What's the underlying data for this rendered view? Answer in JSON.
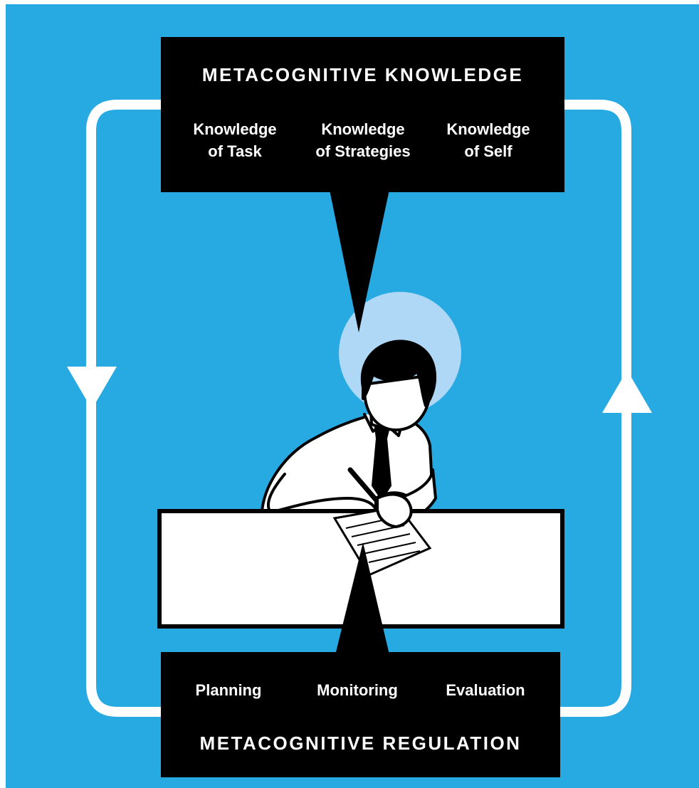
{
  "knowledge": {
    "title": "METACOGNITIVE KNOWLEDGE",
    "items": [
      "Knowledge\nof Task",
      "Knowledge\nof Strategies",
      "Knowledge\nof Self"
    ]
  },
  "regulation": {
    "title": "METACOGNITIVE REGULATION",
    "items": [
      "Planning",
      "Monitoring",
      "Evaluation"
    ]
  },
  "colors": {
    "background": "#27a9e1",
    "panel": "#000000",
    "halo": "#aed8f5",
    "loop": "#ffffff"
  },
  "icons": {
    "cycle_arrows": [
      "arrow-down-icon",
      "arrow-up-icon"
    ],
    "figure": "person-writing-icon"
  }
}
